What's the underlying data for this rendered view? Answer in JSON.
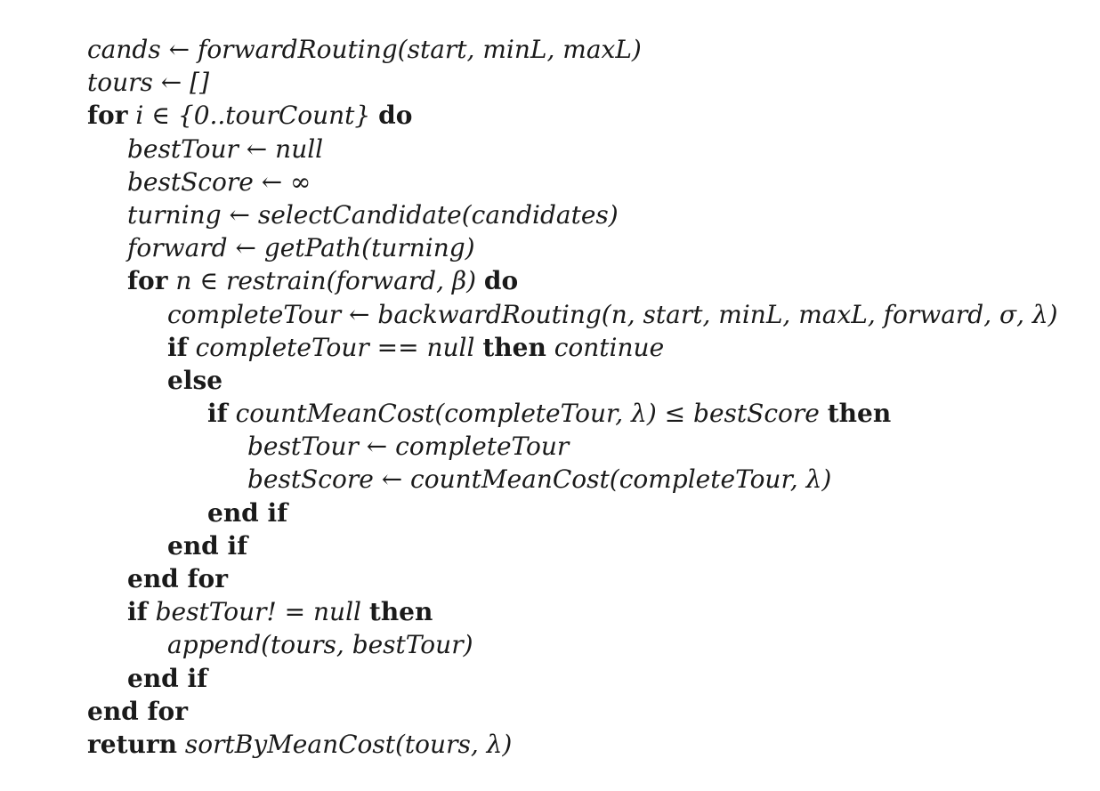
{
  "algorithm": {
    "lines": [
      {
        "indent": 0,
        "kw": "",
        "text": "cands ← forwardRouting(start, minL, maxL)",
        "kw2": "",
        "text2": ""
      },
      {
        "indent": 0,
        "kw": "",
        "text": "tours ← []",
        "kw2": "",
        "text2": ""
      },
      {
        "indent": 0,
        "kw": "for",
        "text": "i ∈ {0..tourCount}",
        "kw2": "do",
        "text2": ""
      },
      {
        "indent": 1,
        "kw": "",
        "text": "bestTour ← null",
        "kw2": "",
        "text2": ""
      },
      {
        "indent": 1,
        "kw": "",
        "text": "bestScore ← ∞",
        "kw2": "",
        "text2": ""
      },
      {
        "indent": 1,
        "kw": "",
        "text": "turning ← selectCandidate(candidates)",
        "kw2": "",
        "text2": ""
      },
      {
        "indent": 1,
        "kw": "",
        "text": "forward ← getPath(turning)",
        "kw2": "",
        "text2": ""
      },
      {
        "indent": 1,
        "kw": "for",
        "text": "n ∈ restrain(forward, β)",
        "kw2": "do",
        "text2": ""
      },
      {
        "indent": 2,
        "kw": "",
        "text": "completeTour ← backwardRouting(n, start, minL, maxL, forward, σ, λ)",
        "kw2": "",
        "text2": ""
      },
      {
        "indent": 2,
        "kw": "if",
        "text": "completeTour == null",
        "kw2": "then",
        "text2": "continue"
      },
      {
        "indent": 2,
        "kw": "else",
        "text": "",
        "kw2": "",
        "text2": ""
      },
      {
        "indent": 3,
        "kw": "if",
        "text": "countMeanCost(completeTour, λ) ≤ bestScore",
        "kw2": "then",
        "text2": ""
      },
      {
        "indent": 4,
        "kw": "",
        "text": "bestTour ← completeTour",
        "kw2": "",
        "text2": ""
      },
      {
        "indent": 4,
        "kw": "",
        "text": "bestScore ← countMeanCost(completeTour, λ)",
        "kw2": "",
        "text2": ""
      },
      {
        "indent": 3,
        "kw": "end if",
        "text": "",
        "kw2": "",
        "text2": ""
      },
      {
        "indent": 2,
        "kw": "end if",
        "text": "",
        "kw2": "",
        "text2": ""
      },
      {
        "indent": 1,
        "kw": "end for",
        "text": "",
        "kw2": "",
        "text2": ""
      },
      {
        "indent": 1,
        "kw": "if",
        "text": "bestTour! = null",
        "kw2": "then",
        "text2": ""
      },
      {
        "indent": 2,
        "kw": "",
        "text": "append(tours, bestTour)",
        "kw2": "",
        "text2": ""
      },
      {
        "indent": 1,
        "kw": "end if",
        "text": "",
        "kw2": "",
        "text2": ""
      },
      {
        "indent": 0,
        "kw": "end for",
        "text": "",
        "kw2": "",
        "text2": ""
      },
      {
        "indent": 0,
        "kw": "return",
        "text": "sortByMeanCost(tours, λ)",
        "kw2": "",
        "text2": ""
      }
    ]
  }
}
